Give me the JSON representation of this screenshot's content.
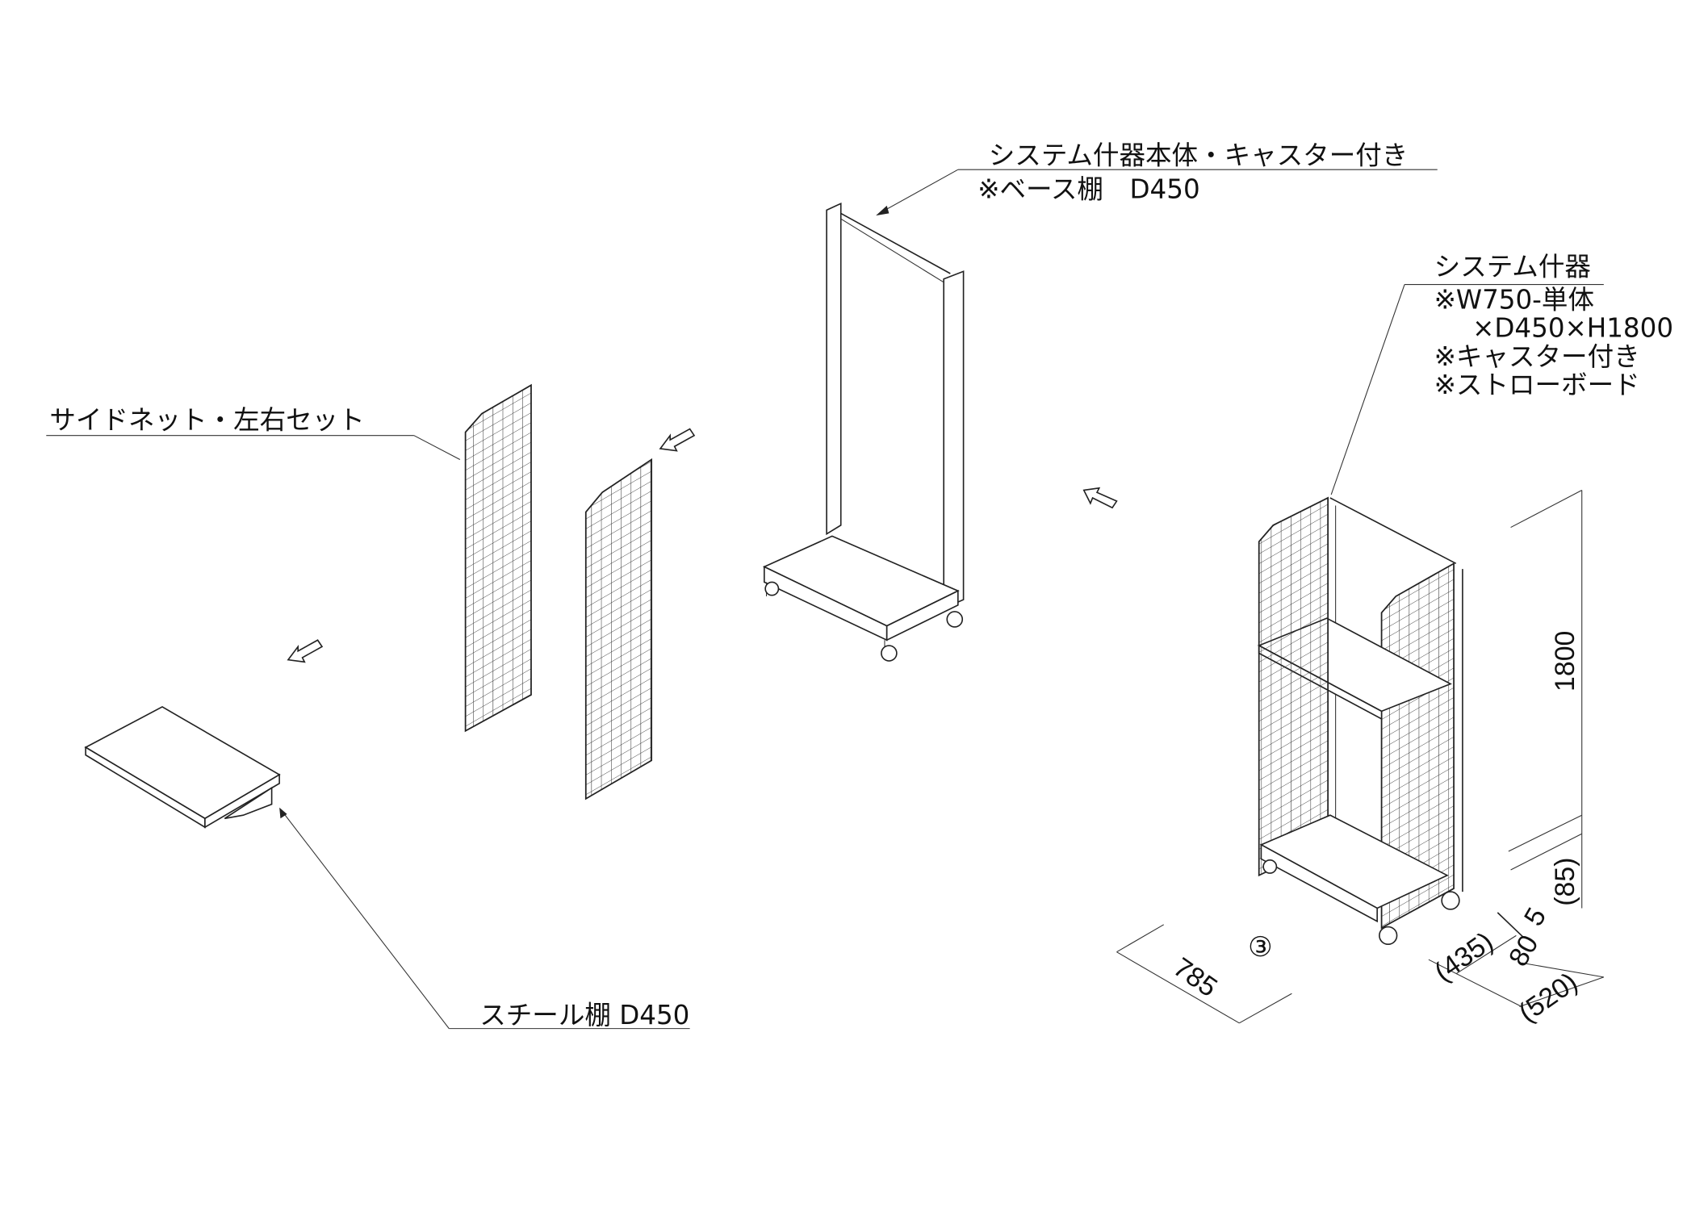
{
  "labels": {
    "main_unit_title": "システム什器本体・キャスター付き",
    "main_unit_note": "※ベース棚　D450",
    "assembled_title": "システム什器",
    "assembled_size_1": "※W750-単体",
    "assembled_size_2": "×D450×H1800",
    "assembled_caster": "※キャスター付き",
    "assembled_board": "※ストローボード",
    "side_net": "サイドネット・左右セット",
    "steel_shelf": "スチール棚 D450"
  },
  "dimensions": {
    "height": "1800",
    "base_height": "(85)",
    "gap": "5",
    "depth_extra": "80",
    "depth_inner": "(435)",
    "depth_total": "(520)",
    "width": "785",
    "item_number": "③"
  },
  "colors": {
    "line": "#222222",
    "background": "#ffffff"
  }
}
